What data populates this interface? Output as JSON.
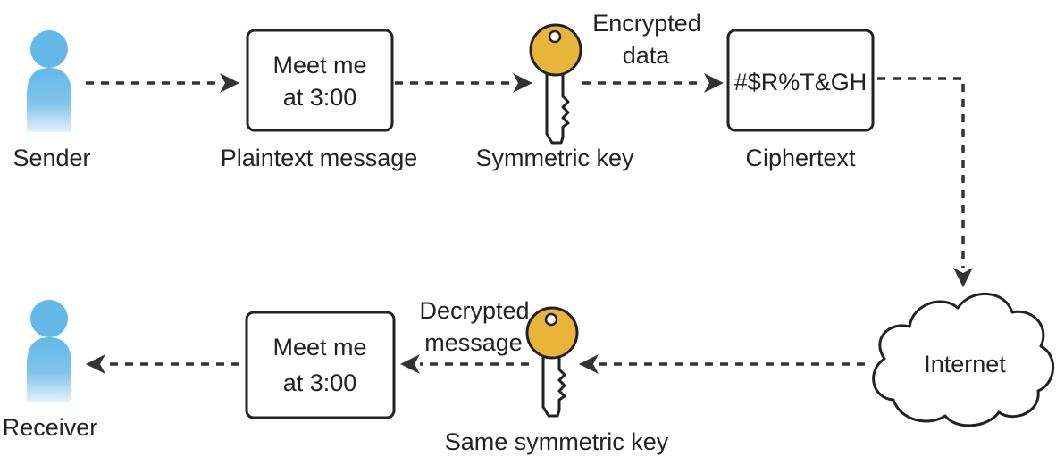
{
  "colors": {
    "person": "#63b8e8",
    "person_fade": "#ddeefa",
    "key_gold": "#e8b43a",
    "key_outline": "#222222",
    "line": "#333333",
    "text": "#222222"
  },
  "sender": {
    "label": "Sender",
    "icon": "person-icon"
  },
  "plaintext": {
    "line1": "Meet me",
    "line2": "at 3:00",
    "caption": "Plaintext message"
  },
  "symmetric_key": {
    "icon": "key-icon",
    "caption": "Symmetric key",
    "arrow_label_line1": "Encrypted",
    "arrow_label_line2": "data"
  },
  "ciphertext": {
    "text": "#$R%T&GH",
    "caption": "Ciphertext"
  },
  "internet": {
    "icon": "cloud-icon",
    "label": "Internet"
  },
  "same_key": {
    "icon": "key-icon",
    "caption": "Same symmetric key",
    "arrow_label_line1": "Decrypted",
    "arrow_label_line2": "message"
  },
  "decrypted": {
    "line1": "Meet me",
    "line2": "at 3:00"
  },
  "receiver": {
    "label": "Receiver",
    "icon": "person-icon"
  }
}
